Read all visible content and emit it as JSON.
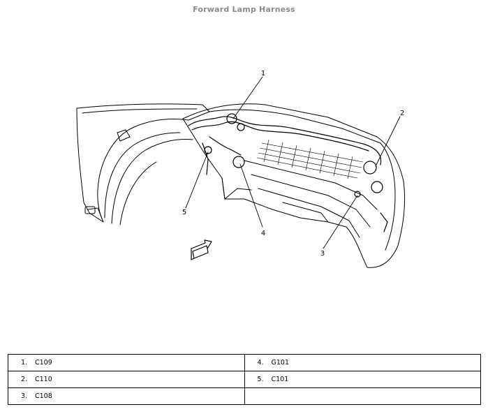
{
  "title": "Forward Lamp Harness",
  "callouts": [
    "1",
    "2",
    "3",
    "4",
    "5"
  ],
  "legend": [
    [
      {
        "num": "1.",
        "code": "C109"
      },
      {
        "num": "4.",
        "code": "G101"
      }
    ],
    [
      {
        "num": "2.",
        "code": "C110"
      },
      {
        "num": "5.",
        "code": "C101"
      }
    ],
    [
      {
        "num": "3.",
        "code": "C108"
      },
      {
        "num": "",
        "code": ""
      }
    ]
  ]
}
